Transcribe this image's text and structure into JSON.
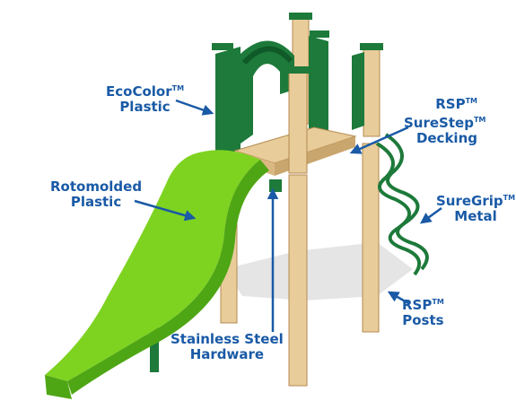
{
  "labels": {
    "ecocolor": {
      "line1": "EcoColor",
      "tm1": "TM",
      "line2": "Plastic"
    },
    "rsp_decking": {
      "line1": "RSP",
      "tm1": "TM",
      "line2": "SureStep",
      "tm2": "TM",
      "line3": "Decking"
    },
    "rotomolded": {
      "line1": "Rotomolded",
      "line2": "Plastic"
    },
    "suregrip": {
      "line1": "SureGrip",
      "tm1": "TM",
      "line2": "Metal"
    },
    "rsp_posts": {
      "line1": "RSP",
      "tm1": "TM",
      "line2": "Posts"
    },
    "stainless": {
      "line1": "Stainless Steel",
      "line2": "Hardware"
    }
  },
  "colors": {
    "label": "#1a5aa6",
    "slide": "#7ed321",
    "slide_dark": "#4fa615",
    "green_panel": "#1d7a3a",
    "green_dark": "#0f5a28",
    "wood": "#e8cc9a",
    "wood_dark": "#c9a66e",
    "shadow": "#d9d9d9"
  },
  "icons": {
    "arrow": "arrow-icon"
  }
}
